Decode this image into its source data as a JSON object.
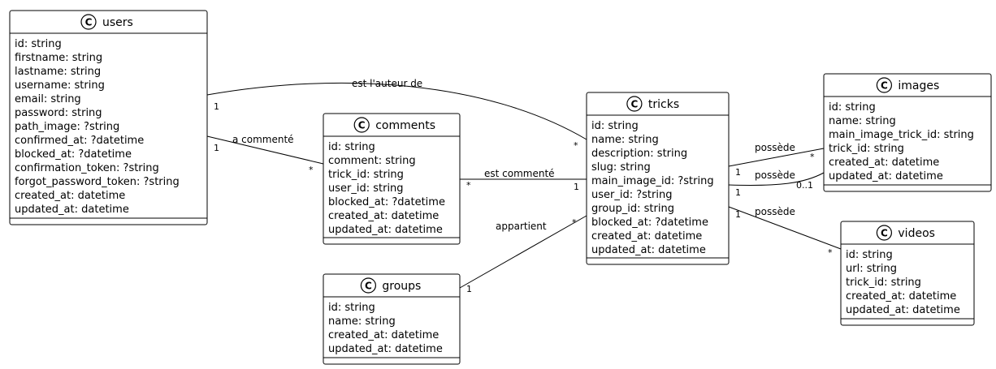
{
  "diagram": {
    "classes": {
      "users": {
        "icon": "class-c-icon",
        "name": "users",
        "attributes": [
          "id: string",
          "firstname: string",
          "lastname: string",
          "username: string",
          "email: string",
          "password: string",
          "path_image: ?string",
          "confirmed_at: ?datetime",
          "blocked_at: ?datetime",
          "confirmation_token: ?string",
          "forgot_password_token: ?string",
          "created_at: datetime",
          "updated_at: datetime"
        ]
      },
      "comments": {
        "icon": "class-c-icon",
        "name": "comments",
        "attributes": [
          "id: string",
          "comment: string",
          "trick_id: string",
          "user_id: string",
          "blocked_at: ?datetime",
          "created_at: datetime",
          "updated_at: datetime"
        ]
      },
      "groups": {
        "icon": "class-c-icon",
        "name": "groups",
        "attributes": [
          "id: string",
          "name: string",
          "created_at: datetime",
          "updated_at: datetime"
        ]
      },
      "tricks": {
        "icon": "class-c-icon",
        "name": "tricks",
        "attributes": [
          "id: string",
          "name: string",
          "description: string",
          "slug: string",
          "main_image_id: ?string",
          "user_id: ?string",
          "group_id: string",
          "blocked_at: ?datetime",
          "created_at: datetime",
          "updated_at: datetime"
        ]
      },
      "images": {
        "icon": "class-c-icon",
        "name": "images",
        "attributes": [
          "id: string",
          "name: string",
          "main_image_trick_id: string",
          "trick_id: string",
          "created_at: datetime",
          "updated_at: datetime"
        ]
      },
      "videos": {
        "icon": "class-c-icon",
        "name": "videos",
        "attributes": [
          "id: string",
          "url: string",
          "trick_id: string",
          "created_at: datetime",
          "updated_at: datetime"
        ]
      }
    },
    "relations": {
      "users_tricks": {
        "label": "est l'auteur de",
        "from_mult": "1",
        "to_mult": "*"
      },
      "users_comments": {
        "label": "a commenté",
        "from_mult": "1",
        "to_mult": "*"
      },
      "comments_tricks": {
        "label": "est commenté",
        "from_mult": "*",
        "to_mult": "1"
      },
      "groups_tricks": {
        "label": "appartient",
        "from_mult": "1",
        "to_mult": "*"
      },
      "tricks_images_1": {
        "label": "possède",
        "from_mult": "1",
        "to_mult": "*"
      },
      "tricks_images_2": {
        "label": "possède",
        "from_mult": "1",
        "to_mult": "0..1"
      },
      "tricks_videos": {
        "label": "possède",
        "from_mult": "1",
        "to_mult": "*"
      }
    }
  }
}
